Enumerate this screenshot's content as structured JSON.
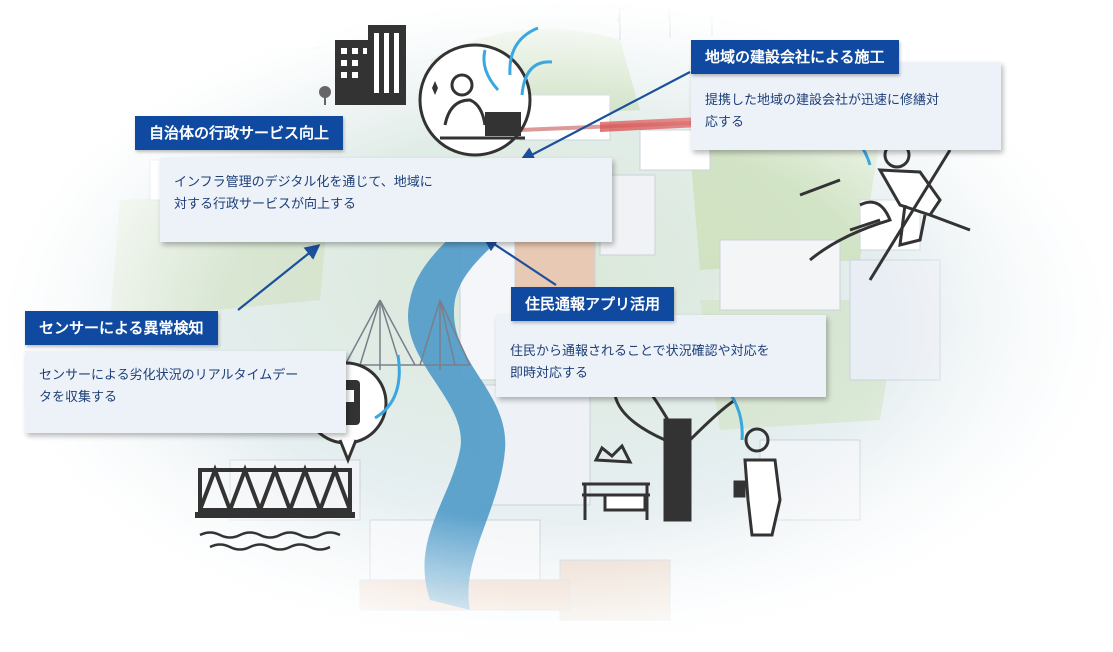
{
  "callouts": {
    "admin": {
      "title": "自治体の行政サービス向上",
      "line1": "インフラ管理のデジタル化を通じて、地域に",
      "line2": "対する行政サービスが向上する"
    },
    "sensor": {
      "title": "センサーによる異常検知",
      "line1": "センサーによる劣化状況のリアルタイムデー",
      "line2": "タを収集する"
    },
    "report": {
      "title": "住民通報アプリ活用",
      "line1": "住民から通報されることで状況確認や対応を",
      "line2": "即時対応する"
    },
    "construction": {
      "title": "地域の建設会社による施工",
      "line1": "提携した地域の建設会社が迅速に修繕対",
      "line2": "応する"
    }
  },
  "icons": [
    "office-worker-icon",
    "building-icon",
    "sensor-device-icon",
    "railway-bridge-icon",
    "resident-smartphone-icon",
    "fallen-tree-icon",
    "bench-icon",
    "construction-worker-icon",
    "wind-turbine-icon"
  ],
  "colors": {
    "title_bg": "#0f4aa0",
    "box_bg": "#edf1f8",
    "box_text": "#1c3f78",
    "river": "#4e9ac8",
    "arrow_light": "#3aa7e0",
    "arrow_dark": "#1c4f9c",
    "icon_dark": "#333333"
  }
}
